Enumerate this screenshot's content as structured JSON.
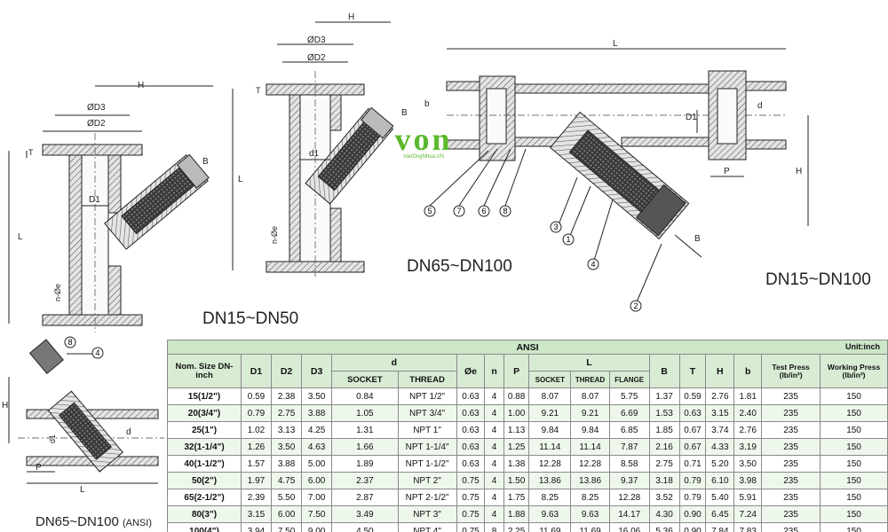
{
  "captions": {
    "dn15_50": "DN15~DN50",
    "dn65_100": "DN65~DN100",
    "dn15_100": "DN15~DN100",
    "dn65_100_ansi": "DN65~DN100",
    "ansi_tag": "(ANSI)"
  },
  "logo": {
    "word": "von",
    "site": "VanOngNhua.VN",
    "color": "#5cb82e"
  },
  "dim_labels": {
    "H": "H",
    "D3": "ØD3",
    "D2": "ØD2",
    "D1": "D1",
    "d1": "d1",
    "L": "L",
    "B": "B",
    "T": "T",
    "n_e": "n-Øe",
    "d": "d",
    "P": "P",
    "b": "b"
  },
  "callouts": [
    "1",
    "2",
    "3",
    "4",
    "5",
    "6",
    "7",
    "8"
  ],
  "table": {
    "title": "ANSI",
    "unit": "Unit:inch",
    "headers": {
      "nom": "Nom. Size DN-inch",
      "D1": "D1",
      "D2": "D2",
      "D3": "D3",
      "d": "d",
      "socket": "SOCKET",
      "thread": "THREAD",
      "oe": "Øe",
      "n": "n",
      "P": "P",
      "L": "L",
      "l_socket": "SOCKET",
      "l_thread": "THREAD",
      "l_flange": "FLANGE",
      "B": "B",
      "T": "T",
      "H": "H",
      "b": "b",
      "test": "Test Press (lb/in²)",
      "work": "Working Press (lb/in²)"
    },
    "rows": [
      [
        "15(1/2\")",
        "0.59",
        "2.38",
        "3.50",
        "0.84",
        "NPT 1/2\"",
        "0.63",
        "4",
        "0.88",
        "8.07",
        "8.07",
        "5.75",
        "1.37",
        "0.59",
        "2.76",
        "1.81",
        "235",
        "150"
      ],
      [
        "20(3/4\")",
        "0.79",
        "2.75",
        "3.88",
        "1.05",
        "NPT 3/4\"",
        "0.63",
        "4",
        "1.00",
        "9.21",
        "9.21",
        "6.69",
        "1.53",
        "0.63",
        "3.15",
        "2.40",
        "235",
        "150"
      ],
      [
        "25(1\")",
        "1.02",
        "3.13",
        "4.25",
        "1.31",
        "NPT 1\"",
        "0.63",
        "4",
        "1.13",
        "9.84",
        "9.84",
        "6.85",
        "1.85",
        "0.67",
        "3.74",
        "2.76",
        "235",
        "150"
      ],
      [
        "32(1-1/4\")",
        "1.26",
        "3.50",
        "4.63",
        "1.66",
        "NPT 1-1/4\"",
        "0.63",
        "4",
        "1.25",
        "11.14",
        "11.14",
        "7.87",
        "2.16",
        "0.67",
        "4.33",
        "3.19",
        "235",
        "150"
      ],
      [
        "40(1-1/2\")",
        "1.57",
        "3.88",
        "5.00",
        "1.89",
        "NPT 1-1/2\"",
        "0.63",
        "4",
        "1.38",
        "12.28",
        "12.28",
        "8.58",
        "2.75",
        "0.71",
        "5.20",
        "3.50",
        "235",
        "150"
      ],
      [
        "50(2\")",
        "1.97",
        "4.75",
        "6.00",
        "2.37",
        "NPT 2\"",
        "0.75",
        "4",
        "1.50",
        "13.86",
        "13.86",
        "9.37",
        "3.18",
        "0.79",
        "6.10",
        "3.98",
        "235",
        "150"
      ],
      [
        "65(2-1/2\")",
        "2.39",
        "5.50",
        "7.00",
        "2.87",
        "NPT 2-1/2\"",
        "0.75",
        "4",
        "1.75",
        "8.25",
        "8.25",
        "12.28",
        "3.52",
        "0.79",
        "5.40",
        "5.91",
        "235",
        "150"
      ],
      [
        "80(3\")",
        "3.15",
        "6.00",
        "7.50",
        "3.49",
        "NPT 3\"",
        "0.75",
        "4",
        "1.88",
        "9.63",
        "9.63",
        "14.17",
        "4.30",
        "0.90",
        "6.45",
        "7.24",
        "235",
        "150"
      ],
      [
        "100(4\")",
        "3.94",
        "7.50",
        "9.00",
        "4.50",
        "NPT 4\"",
        "0.75",
        "8",
        "2.25",
        "11.69",
        "11.69",
        "16.06",
        "5.36",
        "0.90",
        "7.84",
        "7.83",
        "235",
        "150"
      ]
    ]
  }
}
